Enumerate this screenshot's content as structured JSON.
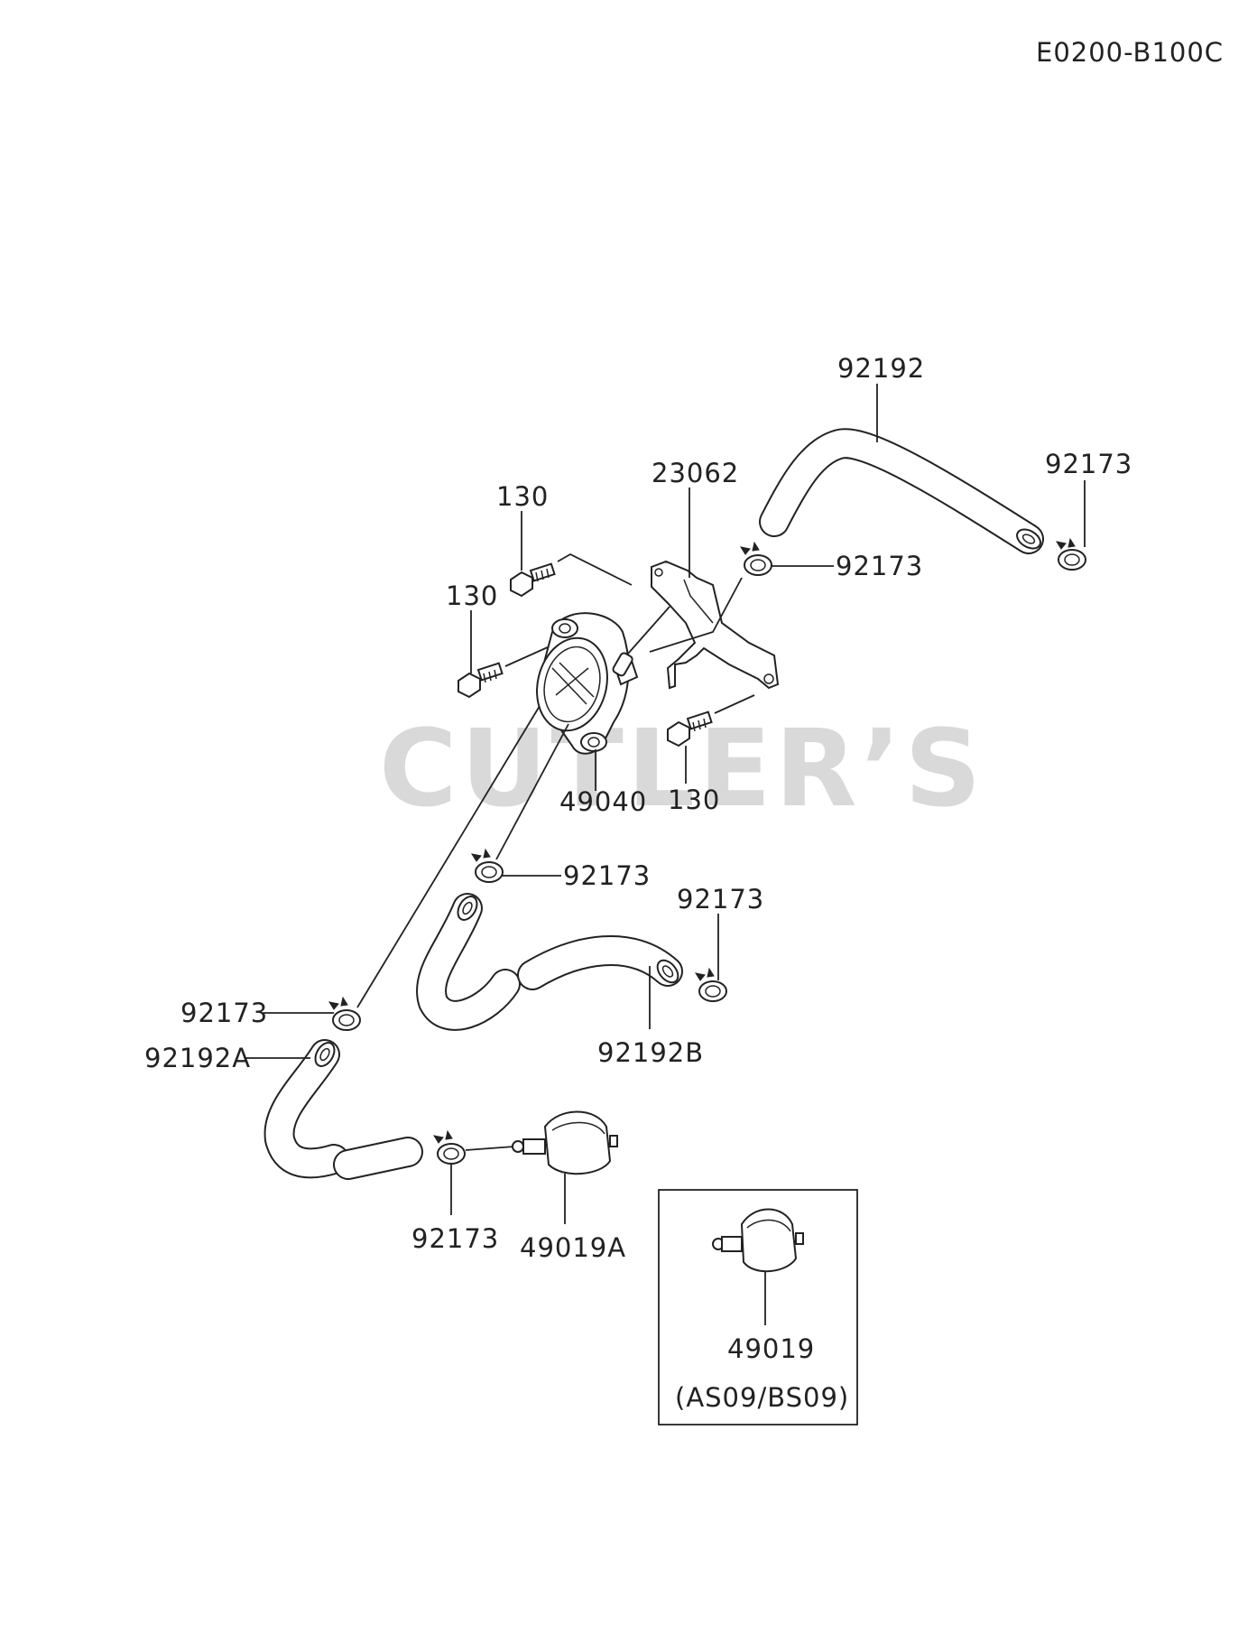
{
  "diagram_code": "E0200-B100C",
  "watermark": "CUTLER’S",
  "parts": {
    "hose_main": "92192",
    "clamp_top_right": "92173",
    "bracket": "23062",
    "bolt_top": "130",
    "clamp_top_mid": "92173",
    "bolt_left": "130",
    "fuel_pump": "49040",
    "bolt_right": "130",
    "clamp_mid": "92173",
    "clamp_right": "92173",
    "hose_b": "92192B",
    "clamp_left": "92173",
    "hose_a": "92192A",
    "clamp_bottom": "92173",
    "filter_a": "49019A",
    "filter_alt": "49019",
    "filter_alt_note": "(AS09/BS09)"
  }
}
